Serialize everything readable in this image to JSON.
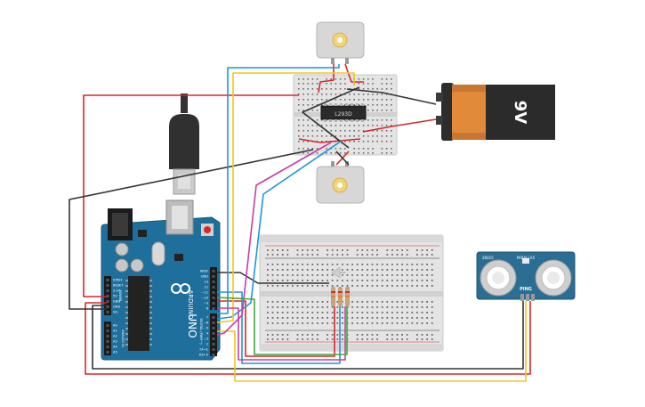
{
  "components": {
    "battery": {
      "label": "9V"
    },
    "motor_driver": {
      "label": "L293D"
    },
    "arduino": {
      "brand": "ARDUINO",
      "model": "UNO",
      "power_pins": [
        "IOREF",
        "RESET",
        "3.3V",
        "5V",
        "GND",
        "GND",
        "Vin"
      ],
      "analog_pins": [
        "A0",
        "A1",
        "A2",
        "A3",
        "A4",
        "A5"
      ],
      "digital_pins": [
        "AREF",
        "GND",
        "13",
        "12",
        "~11",
        "~10",
        "~9",
        "8",
        "7",
        "~6",
        "~5",
        "4",
        "~3",
        "2",
        "TX→1",
        "RX←0"
      ],
      "power_header_label": "POWER",
      "analog_header_label": "ANALOG IN",
      "digital_header_label": "DIGITAL (PWM~)"
    },
    "sensor": {
      "brand": "PARALLAX",
      "name": "PING",
      "small_text": "28015"
    }
  },
  "colors": {
    "red": "#d9262b",
    "black": "#333333",
    "blue": "#1e96d6",
    "yellow": "#f4c51e",
    "magenta": "#c93ca8",
    "green": "#41a83a",
    "arduino": "#1f6f9c",
    "battery_orange": "#e08a3a",
    "sensor": "#2a6f93"
  }
}
